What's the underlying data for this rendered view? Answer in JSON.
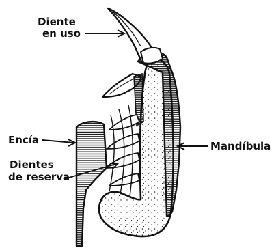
{
  "labels": {
    "tooth_in_use_line1": "Diente",
    "tooth_in_use_line2": "en uso",
    "gum": "Encía",
    "reserve_teeth_line1": "Dientes",
    "reserve_teeth_line2": "de reserva",
    "jaw": "Mandíbula"
  },
  "colors": {
    "ink": "#111111",
    "background": "#ffffff"
  }
}
